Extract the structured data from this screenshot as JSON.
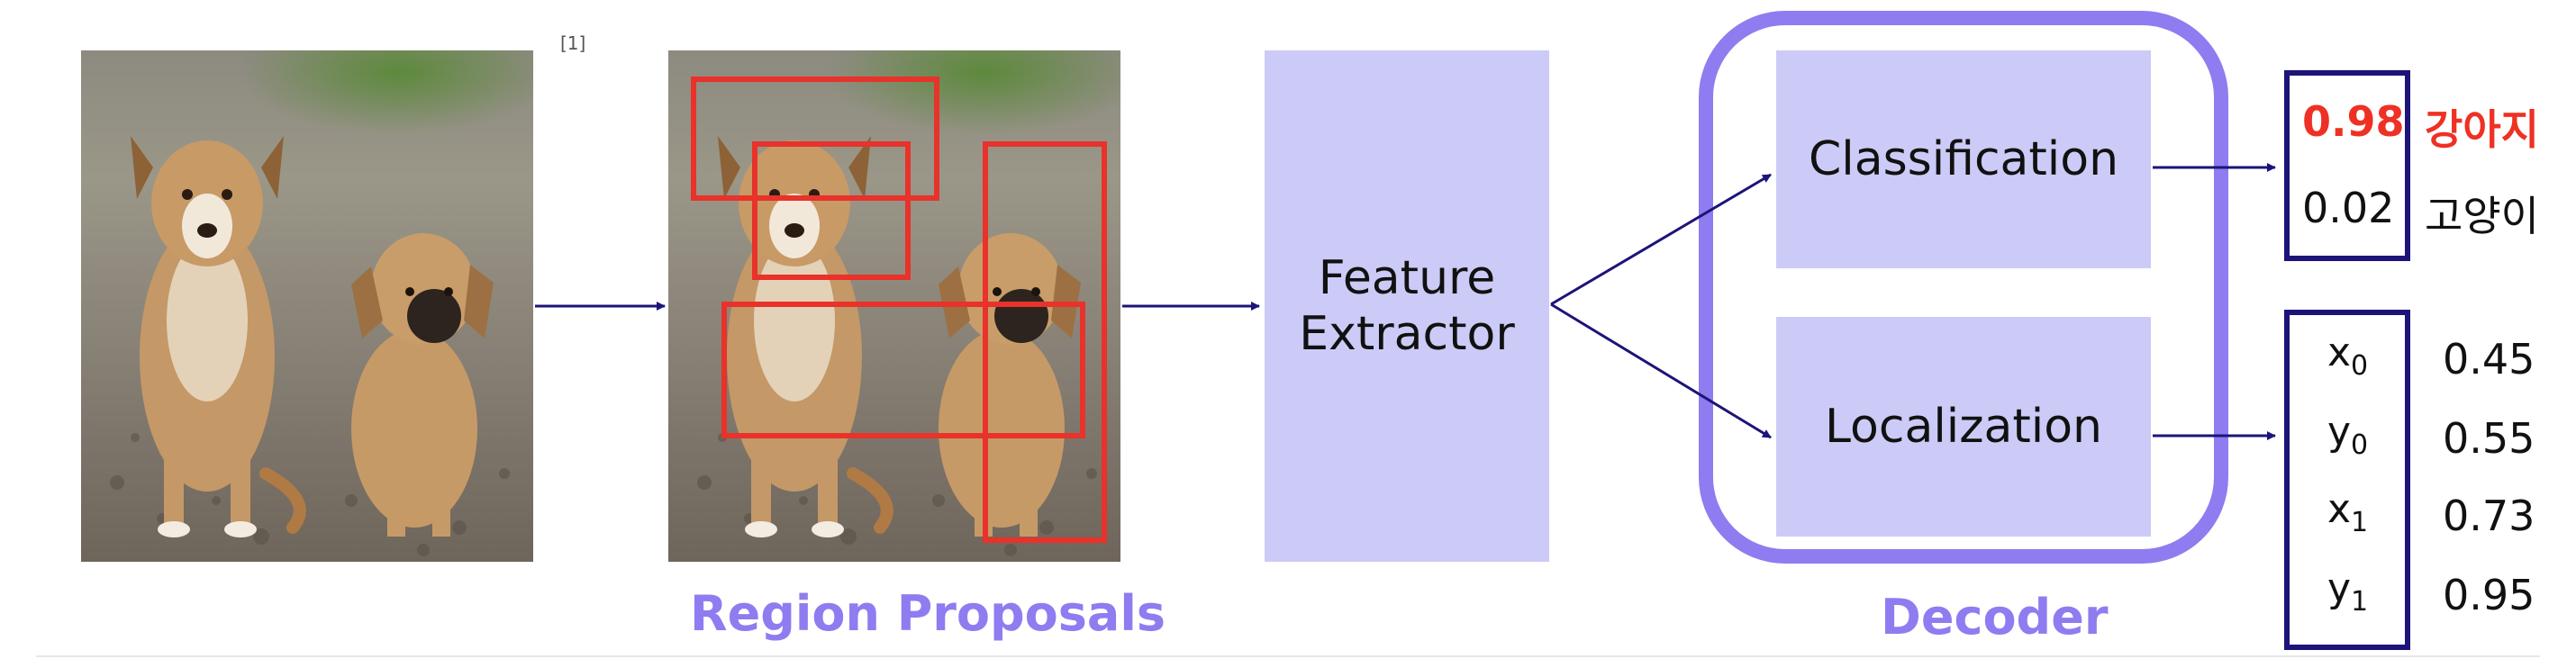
{
  "reference": "[1]",
  "captions": {
    "region_proposals": "Region Proposals",
    "decoder": "Decoder"
  },
  "blocks": {
    "feature_extractor": "Feature\nExtractor",
    "classification": "Classification",
    "localization": "Localization"
  },
  "classification_output": [
    {
      "score": "0.98",
      "label": "강아지",
      "color": "#ee3124",
      "bold": true
    },
    {
      "score": "0.02",
      "label": "고양이",
      "color": "#111111",
      "bold": false
    }
  ],
  "localization_output": [
    {
      "var": "x",
      "sub": "0",
      "value": "0.45"
    },
    {
      "var": "y",
      "sub": "0",
      "value": "0.55"
    },
    {
      "var": "x",
      "sub": "1",
      "value": "0.73"
    },
    {
      "var": "y",
      "sub": "1",
      "value": "0.95"
    }
  ],
  "colors": {
    "accent_purple": "#8f7cf0",
    "box_fill": "#cccbf7",
    "arrow_navy": "#1c1479",
    "proposal_red": "#e8322a"
  }
}
